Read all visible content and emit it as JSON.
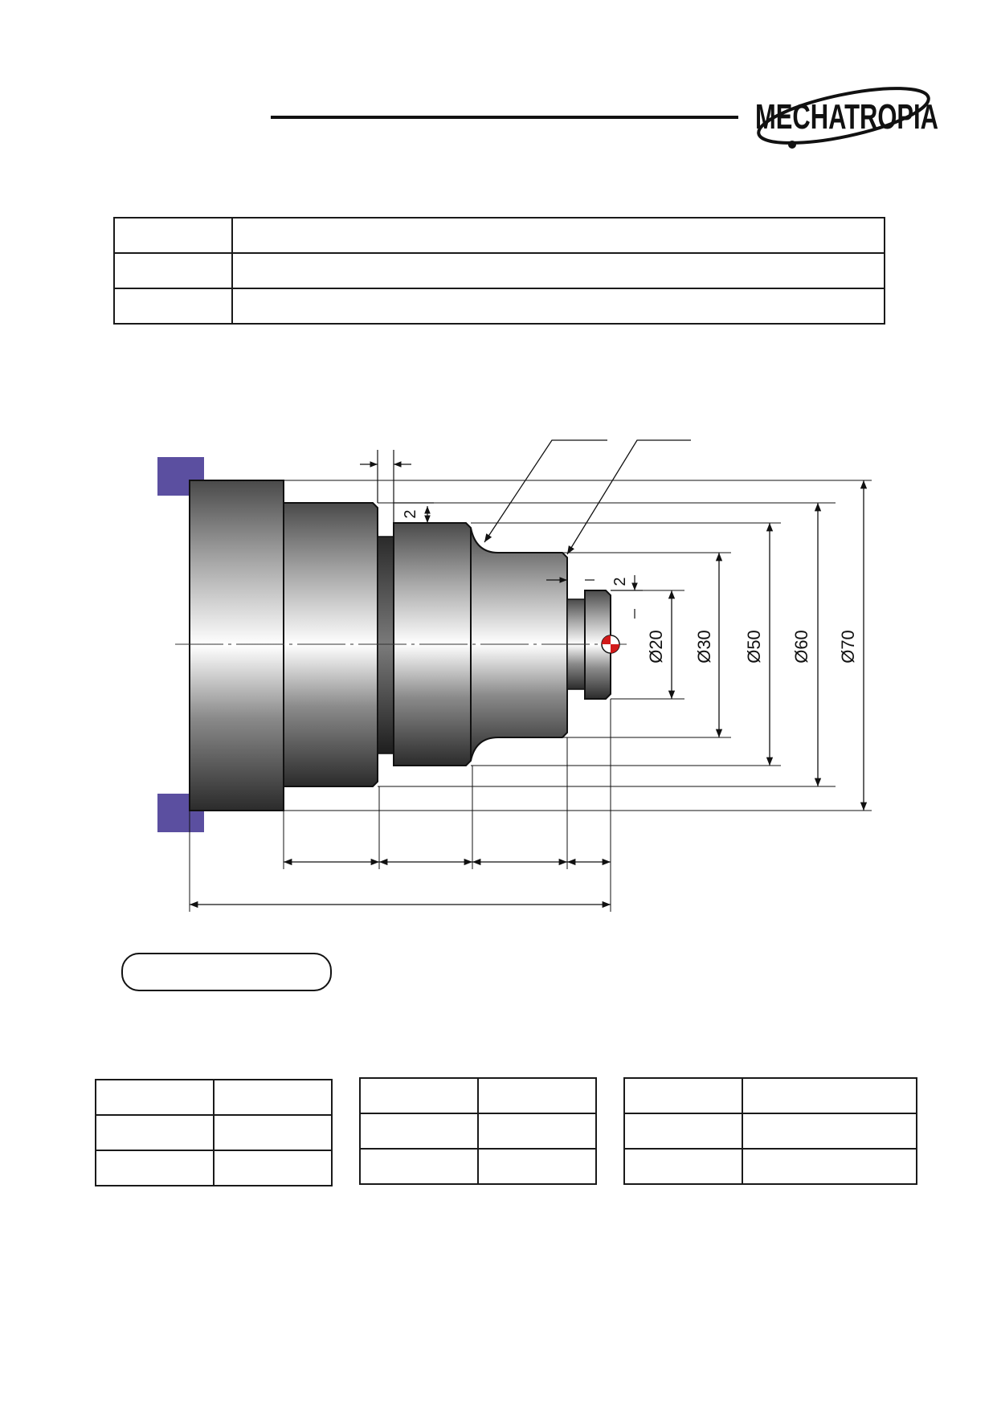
{
  "header": {
    "logo_text": "MECHATROPIA"
  },
  "drawing": {
    "dims": {
      "step_two_top": "2",
      "step_two_right": "2",
      "d20": "Ø20",
      "d30": "Ø30",
      "d50": "Ø50",
      "d60": "Ø60",
      "d70": "Ø70"
    }
  },
  "colors": {
    "jaw": "#5b4fa0",
    "origin_marker": "#d11a1a",
    "line": "#1a1a1a"
  }
}
